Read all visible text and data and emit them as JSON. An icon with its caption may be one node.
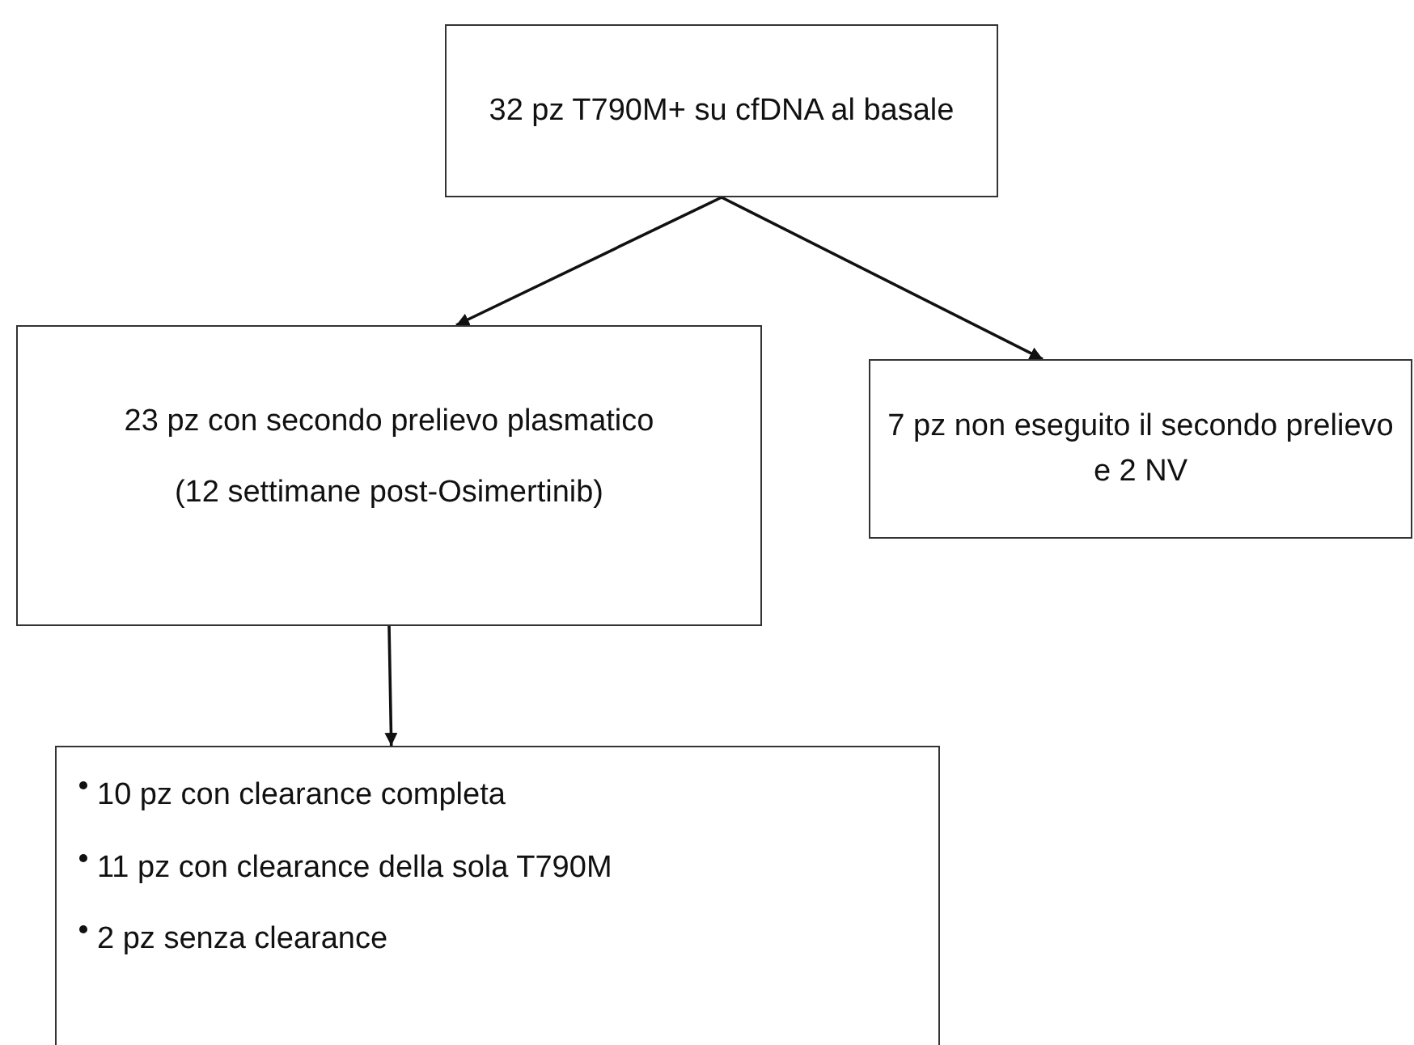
{
  "diagram": {
    "nodes": [
      {
        "text": [
          "32 pz T790M+ su cfDNA al basale"
        ]
      },
      {
        "text": [
          "23 pz con secondo prelievo plasmatico",
          "(12 settimane post-Osimertinib)"
        ]
      },
      {
        "text": [
          "7 pz non eseguito il secondo prelievo e 2 NV"
        ]
      },
      {
        "text": [
          "10 pz con clearance completa",
          "11 pz con clearance della sola T790M",
          "2 pz senza clearance"
        ]
      }
    ],
    "edges": [
      {
        "from": 0,
        "to": 1,
        "arrow": "to"
      },
      {
        "from": 0,
        "to": 2,
        "arrow": "to"
      },
      {
        "from": 1,
        "to": 3,
        "arrow": "to"
      }
    ]
  }
}
